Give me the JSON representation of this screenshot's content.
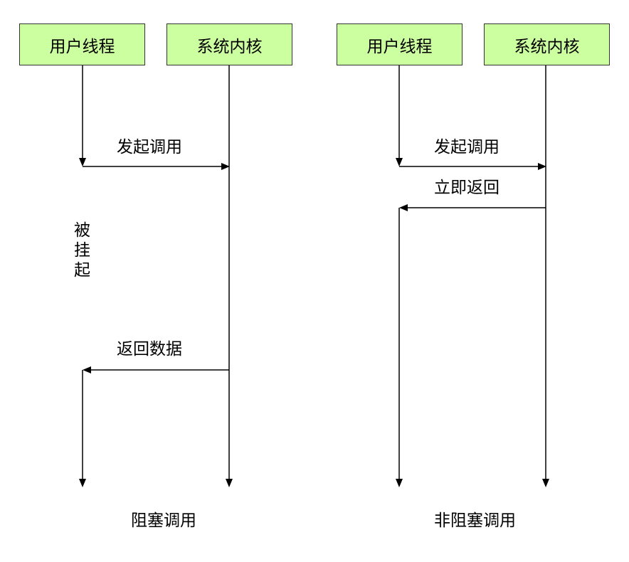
{
  "colors": {
    "box_fill": "#ccffa0",
    "box_border": "#333333",
    "line": "#000000"
  },
  "blocking": {
    "user_thread": "用户线程",
    "kernel": "系统内核",
    "call_label": "发起调用",
    "suspended_chars": [
      "被",
      "挂",
      "起"
    ],
    "return_label": "返回数据",
    "caption": "阻塞调用"
  },
  "nonblocking": {
    "user_thread": "用户线程",
    "kernel": "系统内核",
    "call_label": "发起调用",
    "return_label": "立即返回",
    "caption": "非阻塞调用"
  }
}
